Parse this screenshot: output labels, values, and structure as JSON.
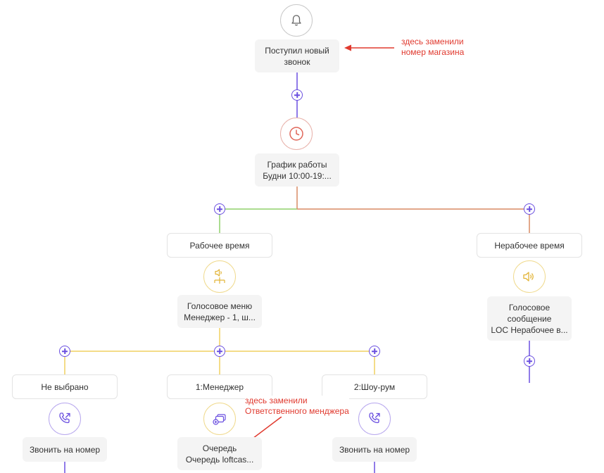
{
  "colors": {
    "purple": "#6a4fe0",
    "green": "#8fd06a",
    "orange": "#d98a64",
    "yellow": "#f0d060",
    "annotation": "#e03a2f"
  },
  "nodes": {
    "trigger": {
      "icon": "bell-icon",
      "line1": "Поступил новый",
      "line2": "звонок"
    },
    "schedule": {
      "icon": "clock-icon",
      "line1": "График работы",
      "line2": "Будни 10:00-19:..."
    },
    "branch_work": {
      "label": "Рабочее время"
    },
    "branch_off": {
      "label": "Нерабочее время"
    },
    "voice_menu": {
      "icon": "ivr-speaker-icon",
      "line1": "Голосовое меню",
      "line2": "Менеджер - 1, ш..."
    },
    "voice_message": {
      "icon": "speaker-icon",
      "line1": "Голосовое",
      "line2": "сообщение",
      "line3": "LOC Нерабочее в..."
    },
    "option_none": {
      "label": "Не выбрано"
    },
    "option_manager": {
      "label": "1:Менеджер"
    },
    "option_showroom": {
      "label": "2:Шоу-рум"
    },
    "call_left": {
      "icon": "phone-forward-icon",
      "label": "Звонить на номер"
    },
    "queue": {
      "icon": "queue-icon",
      "line1": "Очередь",
      "line2": "Очередь loftcas..."
    },
    "call_right": {
      "icon": "phone-forward-icon",
      "label": "Звонить на номер"
    }
  },
  "annotations": [
    {
      "line1": "здесь заменили",
      "line2": "номер магазина"
    },
    {
      "line1": "здесь заменили",
      "line2": "Ответственного менджера"
    }
  ]
}
